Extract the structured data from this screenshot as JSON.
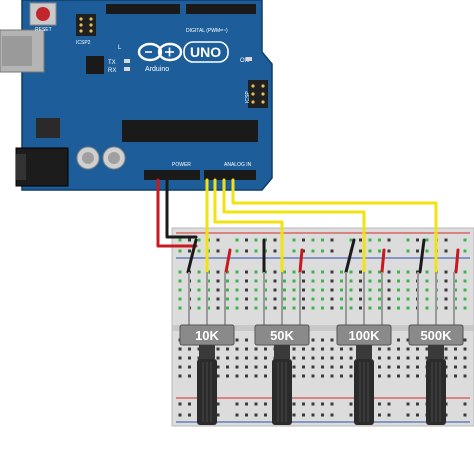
{
  "colors": {
    "board": "#1d5e9a",
    "board_dark": "#164b7c",
    "breadboard": "#dcdcdc",
    "rail_red": "#d82a2a",
    "rail_blue": "#2b4fb0",
    "wire_red": "#c8191f",
    "wire_black": "#1a1a1a",
    "wire_yellow": "#f2e310",
    "pot_body": "#2b2b2b",
    "pot_label_bg": "#8a8a8a",
    "hole_green": "#3cb44a"
  },
  "arduino": {
    "model": "UNO",
    "brand": "Arduino",
    "labels": {
      "reset": "RESET",
      "icsp2": "ICSP2",
      "icsp": "ICSP",
      "digital": "DIGITAL (PWM=~)",
      "on": "ON",
      "power": "POWER",
      "analog_in": "ANALOG IN",
      "tx": "TX",
      "rx": "RX",
      "l": "L"
    },
    "icons": [
      "arduino-infinity-logo-icon"
    ]
  },
  "potentiometers": [
    {
      "label": "10K"
    },
    {
      "label": "50K"
    },
    {
      "label": "100K"
    },
    {
      "label": "500K"
    }
  ]
}
